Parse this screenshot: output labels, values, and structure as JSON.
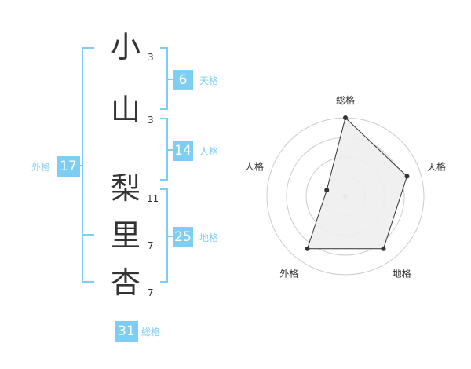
{
  "name_chars": [
    {
      "char": "小",
      "strokes": "3"
    },
    {
      "char": "山",
      "strokes": "3"
    },
    {
      "char": "梨",
      "strokes": "11"
    },
    {
      "char": "里",
      "strokes": "7"
    },
    {
      "char": "杏",
      "strokes": "7"
    }
  ],
  "kakusu": {
    "tenkaku": {
      "value": "6",
      "label": "天格"
    },
    "jinkaku": {
      "value": "14",
      "label": "人格"
    },
    "chikaku": {
      "value": "25",
      "label": "地格"
    },
    "gaikaku": {
      "value": "17",
      "label": "外格"
    },
    "soukaku": {
      "value": "31",
      "label": "総格"
    }
  },
  "colors": {
    "accent": "#7ecef4",
    "text": "#333333",
    "ring": "#cccccc",
    "fill": "#eeeeee"
  },
  "chart_data": {
    "type": "radar",
    "axes": [
      "総格",
      "天格",
      "地格",
      "外格",
      "人格"
    ],
    "values": [
      4,
      3.3,
      3.3,
      3.3,
      1
    ],
    "max": 4,
    "rings": 4
  }
}
